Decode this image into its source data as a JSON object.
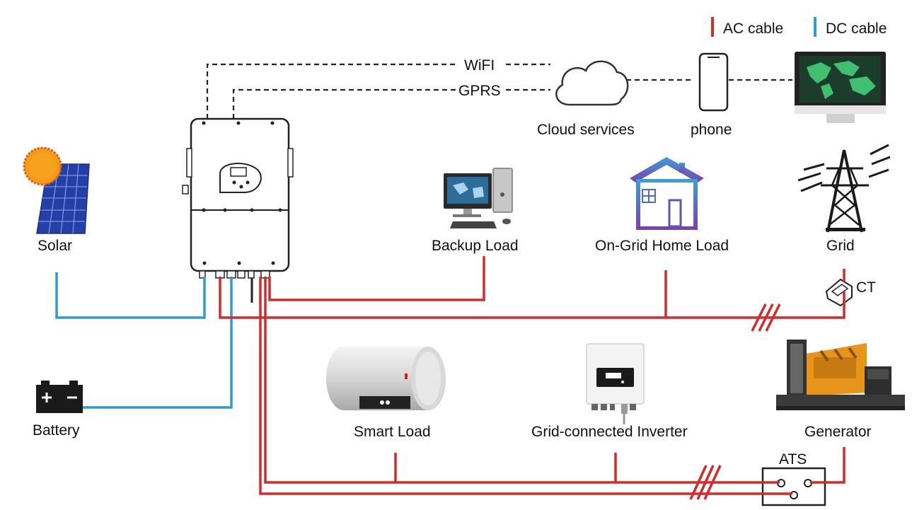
{
  "legend": {
    "ac_label": "AC cable",
    "dc_label": "DC cable",
    "ac_color": "#d42a2a",
    "dc_color": "#2f9bd4"
  },
  "links": {
    "wifi": "WiFI",
    "gprs": "GPRS"
  },
  "nodes": {
    "cloud": "Cloud services",
    "phone": "phone",
    "solar": "Solar",
    "battery": "Battery",
    "backup_load": "Backup Load",
    "home_load": "On-Grid Home Load",
    "grid": "Grid",
    "ct": "CT",
    "smart_load": "Smart Load",
    "grid_inverter": "Grid-connected Inverter",
    "generator": "Generator",
    "ats": "ATS"
  }
}
